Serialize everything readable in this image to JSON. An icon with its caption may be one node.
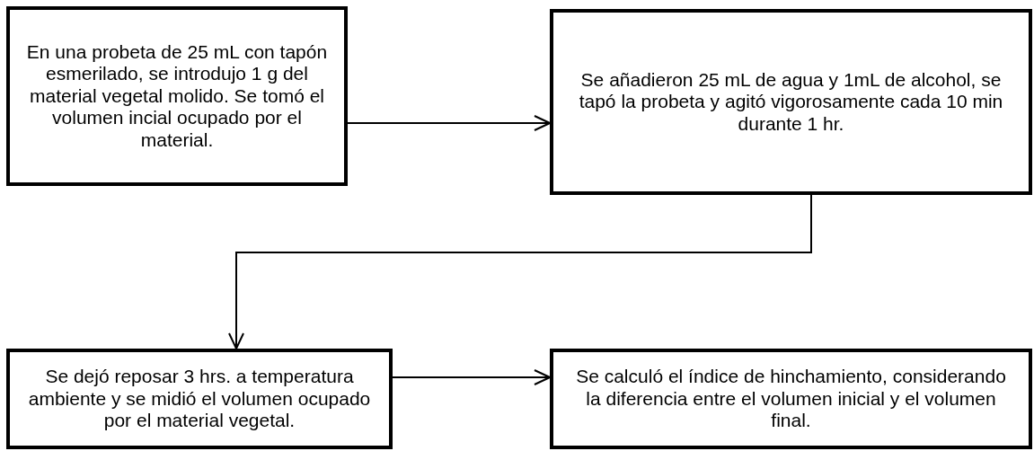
{
  "diagram": {
    "nodes": [
      {
        "text": [
          "En una probeta de 25 mL con tapón esmerilado, se introdujo 1 g del material vegetal molido. Se tomó el volumen incial ocupado por el material."
        ]
      },
      {
        "text": [
          "Se añadieron 25 mL de agua y 1mL de alcohol, se tapó la probeta y agitó vigorosamente cada 10 min durante 1 hr."
        ]
      },
      {
        "text": [
          "Se dejó reposar 3 hrs. a temperatura ambiente y se midió el volumen ocupado por el material vegetal."
        ]
      },
      {
        "text": [
          "Se calculó el índice de hinchamiento, considerando la diferencia entre el volumen inicial y el volumen final."
        ]
      }
    ],
    "edges": [
      {
        "from": 0,
        "to": 1,
        "arrow": "to"
      },
      {
        "from": 1,
        "to": 2,
        "arrow": "to"
      },
      {
        "from": 2,
        "to": 3,
        "arrow": "to"
      }
    ]
  }
}
